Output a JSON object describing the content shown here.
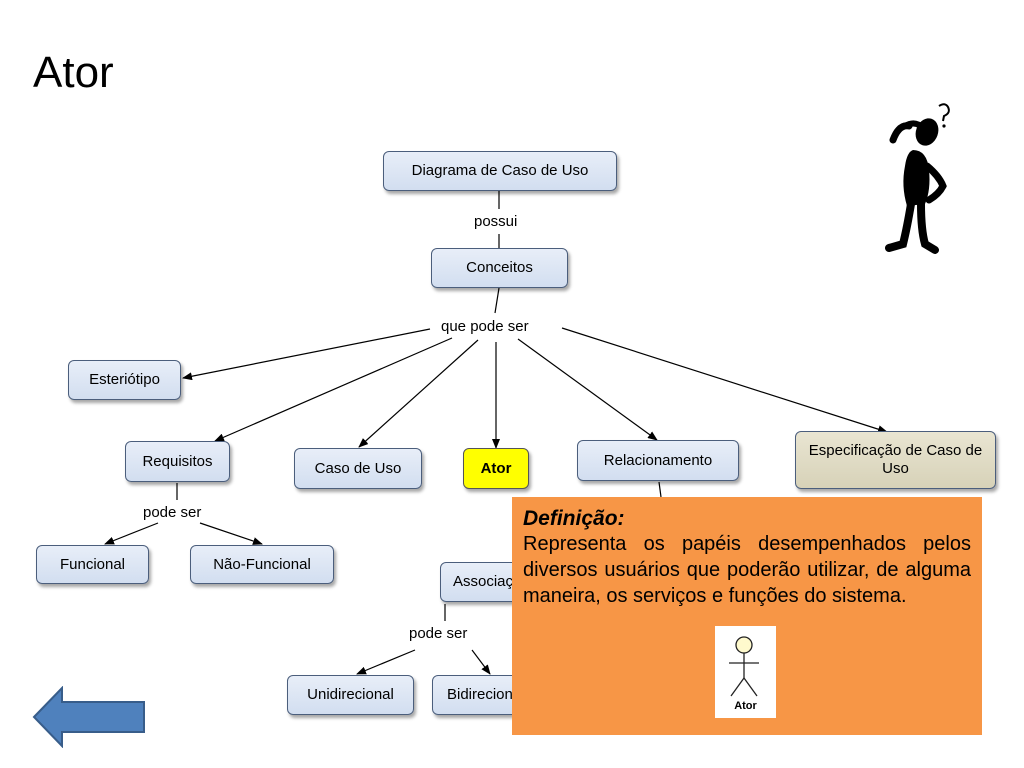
{
  "slide": {
    "title": "Ator"
  },
  "diagram": {
    "nodes": {
      "diagrama": "Diagrama de Caso de Uso",
      "conceitos": "Conceitos",
      "esteriotipo": "Esteriótipo",
      "requisitos": "Requisitos",
      "caso_de_uso": "Caso de Uso",
      "ator": "Ator",
      "relacionamento": "Relacionamento",
      "especificacao": "Especificação de Caso de Uso",
      "funcional": "Funcional",
      "nao_funcional": "Não-Funcional",
      "associacao": "Associação",
      "unidirecional": "Unidirecional",
      "bidirecional": "Bidirecional"
    },
    "links": {
      "possui": "possui",
      "que_pode_ser": "que pode ser",
      "pode_ser_requisitos": "pode ser",
      "pode_ser_associacao": "pode ser"
    }
  },
  "definition": {
    "title": "Definição:",
    "text": "Representa os papéis desempenhados pelos diversos usuários que poderão utilizar, de alguma maneira, os serviços e funções do sistema.",
    "actor_label": "Ator"
  },
  "navigation": {
    "back_icon": "left-arrow-icon"
  },
  "colors": {
    "node_fill": "#d9e2f1",
    "actor_fill": "#ffff00",
    "spec_fill": "#ddd9c3",
    "definition_fill": "#f79646",
    "arrow_fill": "#4f81bd"
  }
}
